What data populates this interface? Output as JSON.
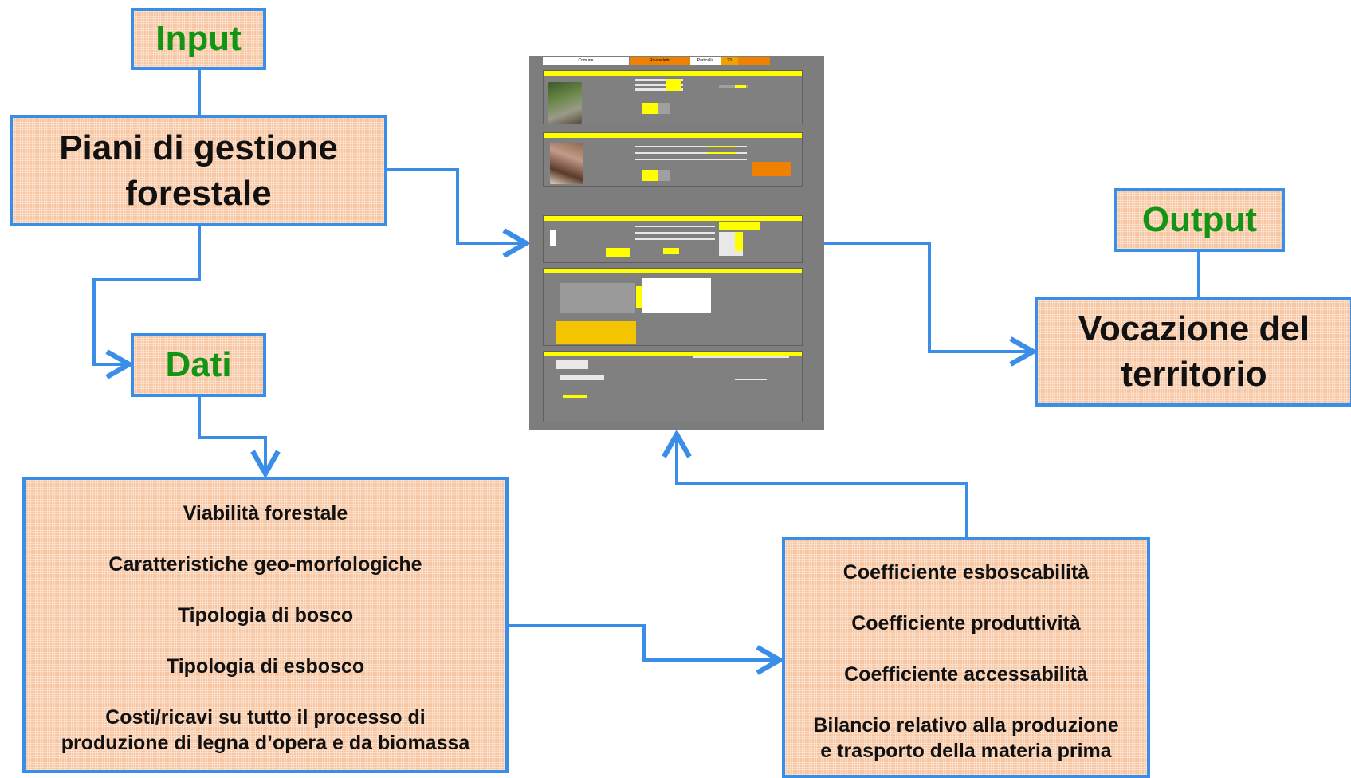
{
  "input_label": "Input",
  "piani": [
    "Piani di gestione",
    "forestale"
  ],
  "dati_label": "Dati",
  "dati_items": [
    [
      "Viabilità forestale"
    ],
    [
      "Caratteristiche geo-morfologiche"
    ],
    [
      "Tipologia di bosco"
    ],
    [
      "Tipologia di esbosco"
    ],
    [
      "Costi/ricavi su tutto il processo di",
      "produzione di legna d’opera e da biomassa"
    ]
  ],
  "output_label": "Output",
  "vocazione": [
    "Vocazione del",
    "territorio"
  ],
  "coefficients": [
    [
      "Coefficiente esboscabilità"
    ],
    [
      "Coefficiente produttività"
    ],
    [
      "Coefficiente  accessabilità"
    ],
    [
      "Bilancio relativo alla produzione",
      "e trasporto della materia prima"
    ]
  ],
  "screenshot": {
    "comune_label": "Comune",
    "comune_value": "Ravascletto",
    "particella_label": "Particella",
    "particella_value": "23"
  },
  "colors": {
    "box_border": "#3b8ee8",
    "box_fill": "#f7c6a2",
    "tag_text": "#149414",
    "arrow": "#3b8ee8"
  }
}
